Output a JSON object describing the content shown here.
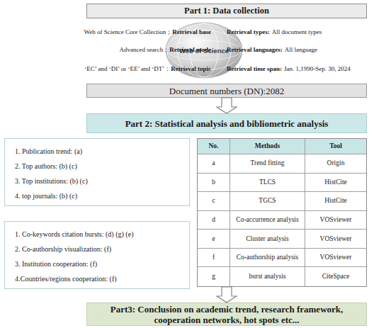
{
  "diagram": {
    "nodes": [
      {
        "text": [
          "Part 1: Data collection"
        ]
      },
      {
        "text": [
          "Web of Science"
        ]
      },
      {
        "text": [
          "Document numbers (DN):2082"
        ]
      },
      {
        "text": [
          "Part 2: Statistical analysis and bibliometric analysis"
        ]
      },
      {
        "text": [
          "1. Publication trend: (a)",
          "2. Top authors: (b) (c)",
          "3. Top institutions: (b) (c)",
          "4. top journals: (b) (c)"
        ]
      },
      {
        "text": [
          "No.",
          "Methods",
          "Tool",
          "a",
          "Trend fitting",
          "Origin",
          "b",
          "TLCS",
          "HistCite",
          "c",
          "TGCS",
          "HistCite",
          "d",
          "Co-accurrence analysis",
          "VOSviewer",
          "e",
          "Cluster analysis",
          "VOSviewer",
          "f",
          "Co-authorship analysis",
          "VOSviewer",
          "g",
          "burst analysis",
          "CiteSpace"
        ]
      },
      {
        "text": [
          "1. Co-keywords citation bursts: (d) (g) (e)",
          "2. Co-authorship visualization: (f)",
          "3. Institution cooperation: (f)",
          "4.Countries/regions cooperation: (f)"
        ]
      },
      {
        "text": [
          "Part3: Conclusion on academic trend, research framework, cooperation networks, hot spots etc..."
        ]
      }
    ],
    "edges": [
      {
        "from": 2,
        "to": 3,
        "arrow": "to"
      },
      {
        "from": 5,
        "to": 7,
        "arrow": "to"
      }
    ],
    "labels": [
      "Web of Science Core Collection；",
      "Retrieval base",
      "Advanced search；",
      "Retrieval mode",
      "‘EC’ and ‘DI’ or ‘EE’ and ‘DT’：",
      "Retrieval topic",
      "Retrieval types:",
      "All document types",
      "Retrieval languages:",
      "All language",
      "Retrieval time span:",
      "Jan. 1,1990-Sep. 30, 2024"
    ]
  }
}
